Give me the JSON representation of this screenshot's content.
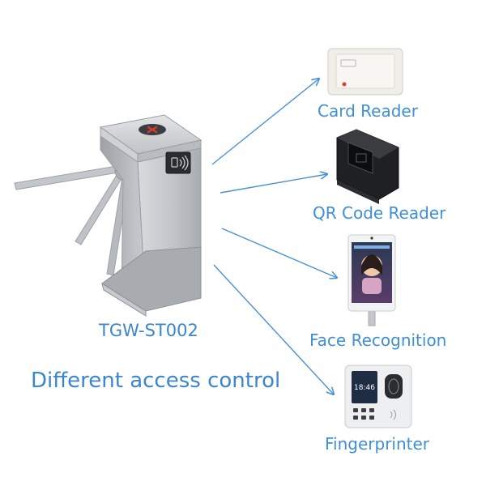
{
  "product": {
    "model": "TGW-ST002",
    "tagline": "Different access control"
  },
  "devices": [
    {
      "label": "Card Reader",
      "icon": "card-reader"
    },
    {
      "label": "QR Code Reader",
      "icon": "qr-code-reader"
    },
    {
      "label": "Face Recognition",
      "icon": "face-recognition-terminal"
    },
    {
      "label": "Fingerprinter",
      "icon": "fingerprint-reader"
    }
  ],
  "fingerprint_screen": {
    "time": "18:46"
  },
  "colors": {
    "accent": "#3f8fd6",
    "arrow": "#4a90d9",
    "steel": "#b9bcc0",
    "background": "#ffffff"
  }
}
